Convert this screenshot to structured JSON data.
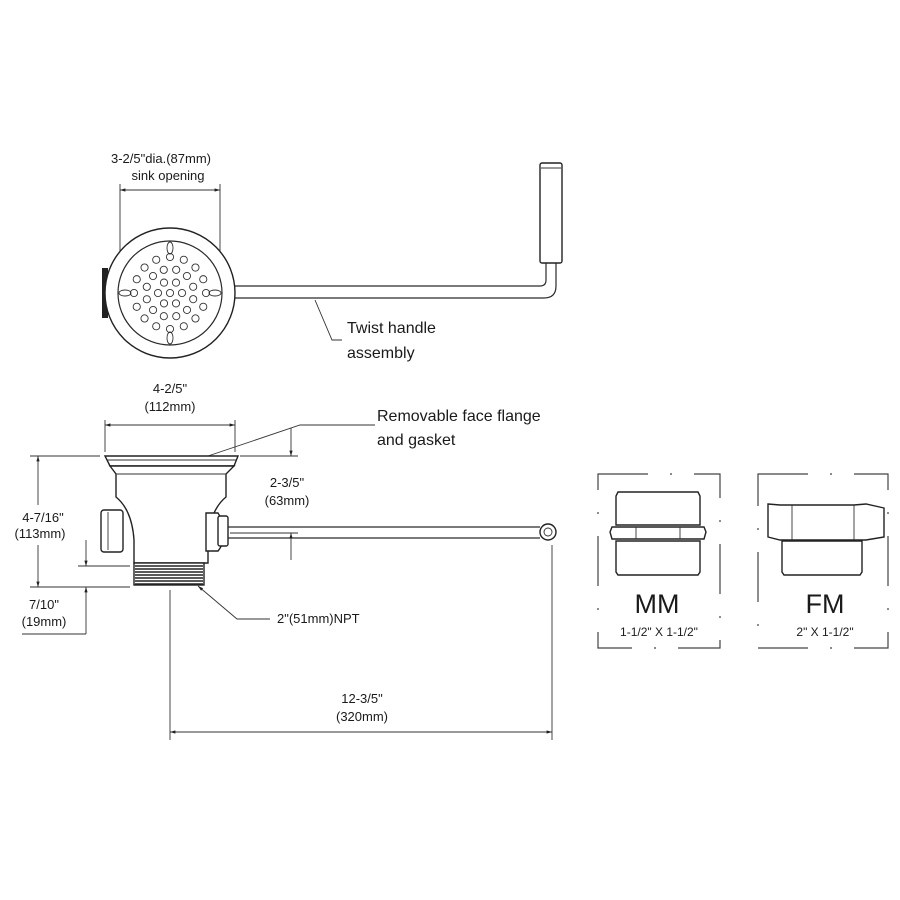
{
  "top_view": {
    "dim_label_line1": "3-2/5\"dia.(87mm)",
    "dim_label_line2": "sink opening",
    "callout_line1": "Twist  handle",
    "callout_line2": "assembly"
  },
  "side_view": {
    "width_dim_line1": "4-2/5\"",
    "width_dim_line2": "(112mm)",
    "flange_callout_line1": "Removable face flange",
    "flange_callout_line2": "and gasket",
    "height_dim_line1": "4-7/16\"",
    "height_dim_line2": "(113mm)",
    "handle_height_line1": "2-3/5\"",
    "handle_height_line2": "(63mm)",
    "thread_dim_line1": "7/10\"",
    "thread_dim_line2": "(19mm)",
    "thread_callout": "2\"(51mm)NPT",
    "length_dim_line1": "12-3/5\"",
    "length_dim_line2": "(320mm)"
  },
  "adapters": [
    {
      "code": "MM",
      "size": "1-1/2\"  X  1-1/2\""
    },
    {
      "code": "FM",
      "size": "2\"  X  1-1/2\""
    }
  ]
}
